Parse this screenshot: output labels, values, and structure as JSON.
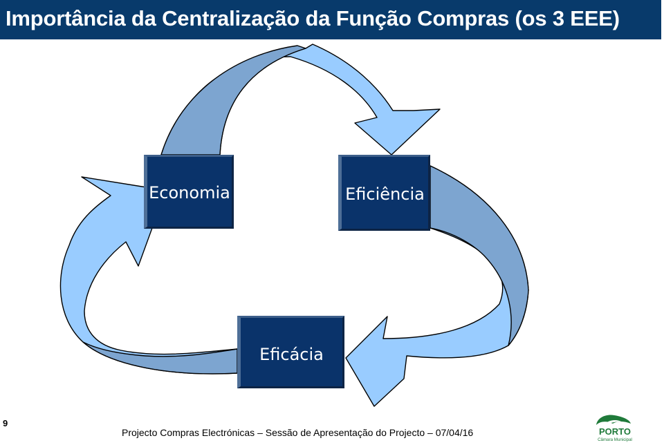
{
  "slide": {
    "title": "Importância da Centralização da Função Compras (os 3 EEE)"
  },
  "diagram": {
    "nodes": [
      {
        "id": "economia",
        "label": "Economia"
      },
      {
        "id": "eficiencia",
        "label": "Eficiência"
      },
      {
        "id": "eficacia",
        "label": "Eficácia"
      }
    ],
    "cycle": [
      "economia",
      "eficiencia",
      "eficacia",
      "economia"
    ],
    "colors": {
      "box": "#0a336a",
      "title_bar": "#083a6b",
      "arrow_light": "#99ccff",
      "arrow_dark": "#7da5d0"
    }
  },
  "footer": {
    "page_number": "9",
    "text": "Projecto Compras Electrónicas – Sessão de Apresentação do Projecto – 07/04/16",
    "logo_text": "PORTO",
    "logo_subtext": "Câmara Municipal"
  }
}
